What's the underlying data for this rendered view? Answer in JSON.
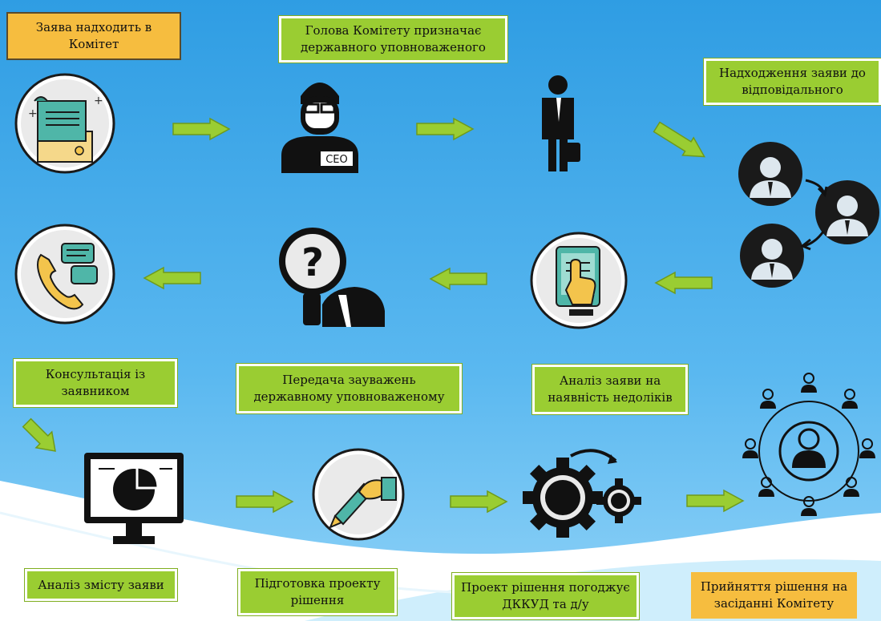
{
  "colors": {
    "step_box": "#9acd32",
    "start_end_box": "#f6bd3f",
    "arrow": "#9acd32",
    "sky": "#3aa6e6"
  },
  "steps": [
    {
      "id": "receipt",
      "label": "Заява надходить в Комітет"
    },
    {
      "id": "chairman",
      "label": "Голова Комітету призначає державного уповноваженого"
    },
    {
      "id": "forward",
      "label": "Надходження заяви до відповідального"
    },
    {
      "id": "consult",
      "label": "Консультація із заявником"
    },
    {
      "id": "remarks",
      "label": "Передача зауважень державному уповноваженому"
    },
    {
      "id": "defects",
      "label": "Аналіз заяви на наявність недоліків"
    },
    {
      "id": "content",
      "label": "Аналіз змісту заяви"
    },
    {
      "id": "draft",
      "label": "Підготовка проекту рішення"
    },
    {
      "id": "approve",
      "label": "Проект рішення погоджує ДККУД та д/у"
    },
    {
      "id": "decision",
      "label": "Прийняття рішення на засіданні Комітету"
    }
  ],
  "icons": {
    "document": "document-icon",
    "ceo": "ceo-icon",
    "businessman": "businessman-icon",
    "people_flow": "people-flow-icon",
    "phone_chat": "phone-chat-icon",
    "magnifier_question": "magnifier-question-icon",
    "tablet_hand": "tablet-hand-icon",
    "monitor_pie": "monitor-pie-chart-icon",
    "pen_hand": "pen-hand-icon",
    "gears": "gears-icon",
    "network": "network-people-icon"
  }
}
